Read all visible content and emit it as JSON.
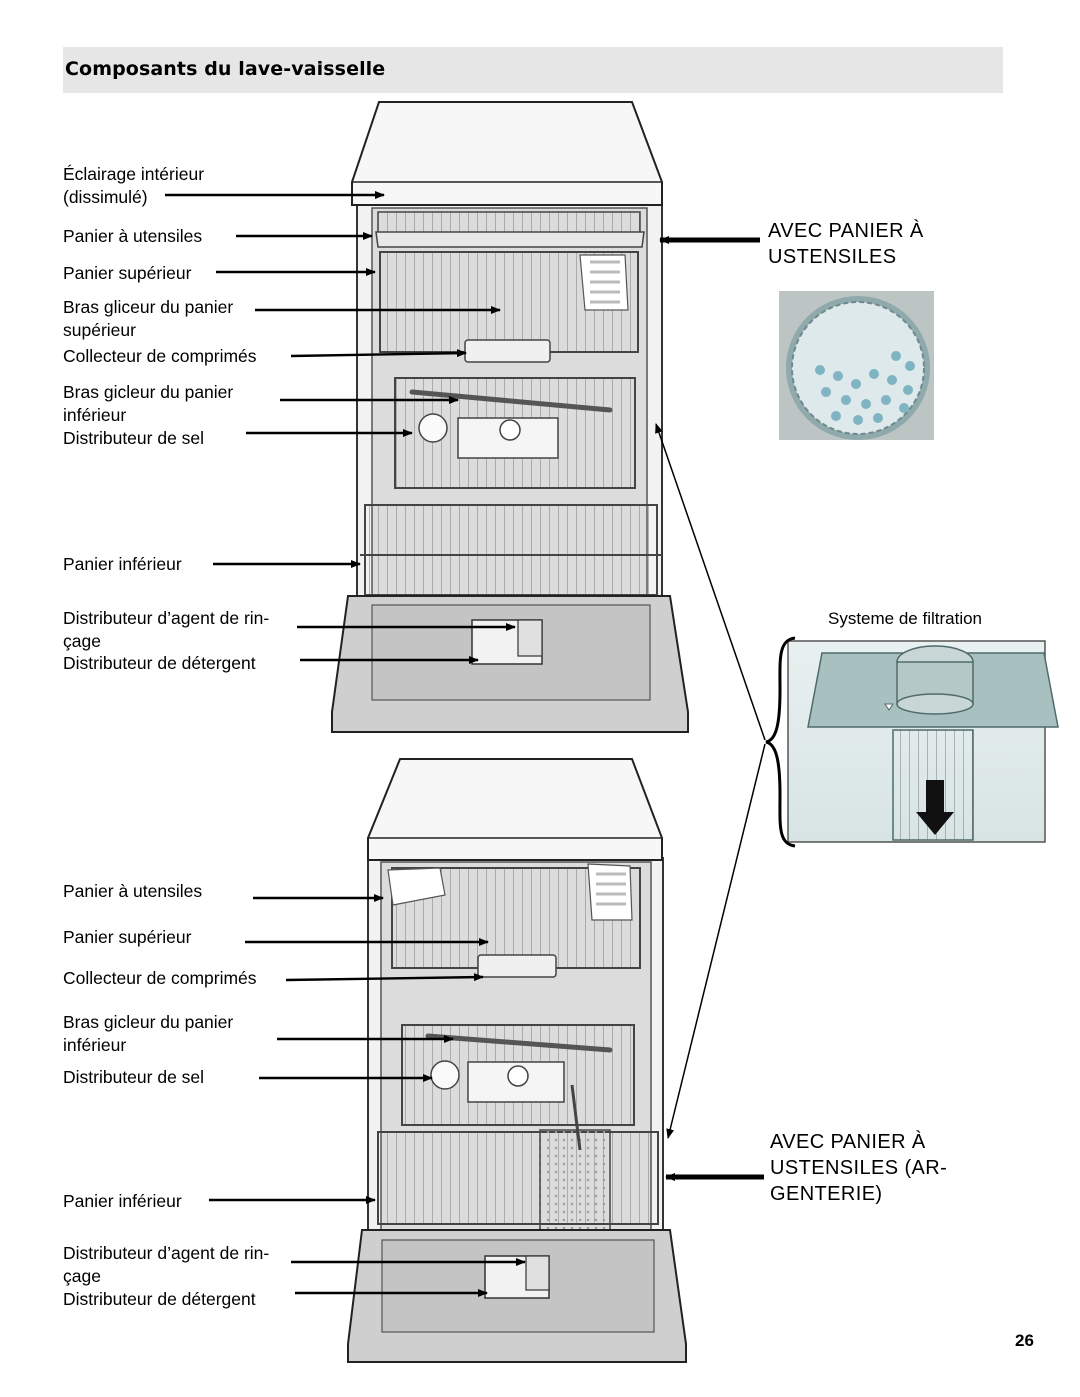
{
  "header": {
    "title": "Composants du lave-vaisselle"
  },
  "top_labels": {
    "interior_light": [
      "Éclairage intérieur",
      "(dissimulé)"
    ],
    "utensil_basket": "Panier à utensiles",
    "upper_basket": "Panier supérieur",
    "upper_spray_arm": [
      "Bras gliceur du panier",
      "supérieur"
    ],
    "tablet_collector": "Collecteur de comprimés",
    "lower_spray_arm": [
      "Bras gicleur du panier",
      "inférieur"
    ],
    "salt_dispenser": "Distributeur de sel",
    "lower_basket": "Panier inférieur",
    "rinse_dispenser": [
      "Distributeur d’agent de rin-",
      "çage"
    ],
    "detergent_dispenser": "Distributeur de détergent"
  },
  "bottom_labels": {
    "utensil_basket": "Panier à utensiles",
    "upper_basket": "Panier supérieur",
    "tablet_collector": "Collecteur de comprimés",
    "lower_spray_arm": [
      "Bras gicleur du panier",
      "inférieur"
    ],
    "salt_dispenser": "Distributeur de sel",
    "lower_basket": "Panier inférieur",
    "rinse_dispenser": [
      "Distributeur d’agent de rin-",
      "çage"
    ],
    "detergent_dispenser": "Distributeur de détergent"
  },
  "callouts": {
    "with_utensil_tray": [
      "AVEC PANIER À",
      "USTENSILES"
    ],
    "with_silverware_basket": [
      "AVEC PANIER À",
      "USTENSILES (AR-",
      "GENTERIE)"
    ],
    "filtration": "Systeme de filtration"
  },
  "page_number": "26"
}
